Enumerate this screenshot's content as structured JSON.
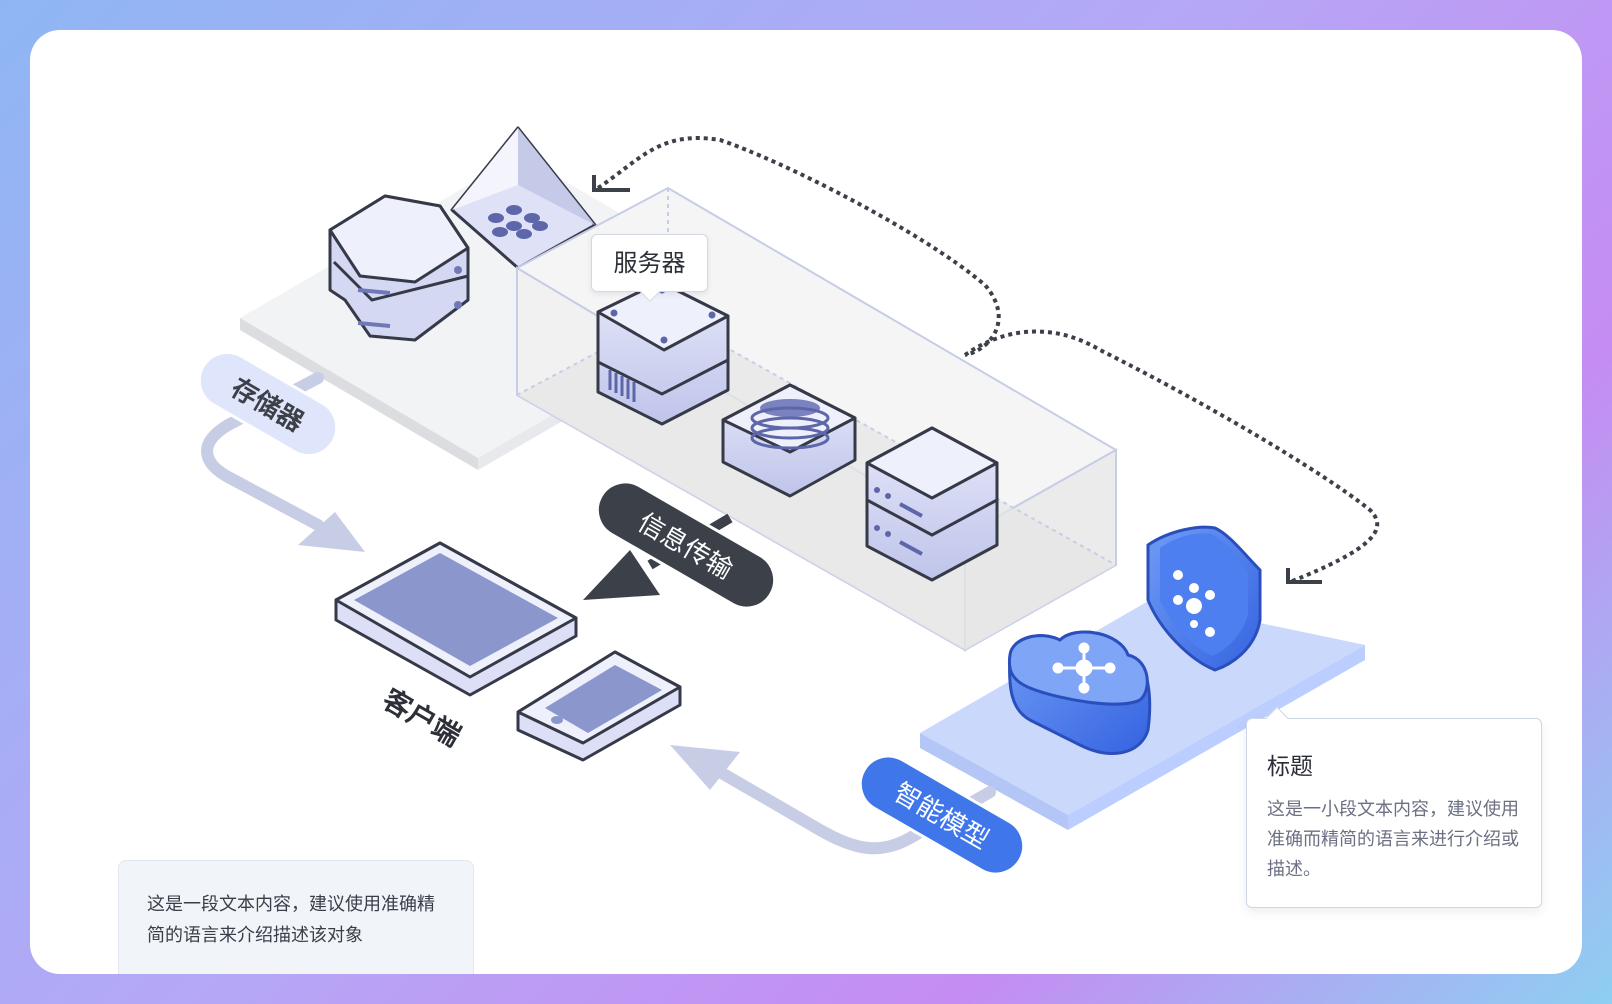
{
  "labels": {
    "storage": "存储器",
    "server": "服务器",
    "transfer": "信息传输",
    "client": "客户端",
    "model": "智能模型"
  },
  "info_card": {
    "title": "标题",
    "body": "这是一小段文本内容，建议使用准确而精简的语言来进行介绍或描述。"
  },
  "note_card": {
    "body": "这是一段文本内容，建议使用准确精简的语言来介绍描述该对象"
  },
  "colors": {
    "accent_blue": "#3f76ea",
    "dark_label": "#3c4049",
    "light_label": "#dfe5fb",
    "device_purple": "#c9cdf0",
    "platform_blue": "#c9d8fb"
  }
}
